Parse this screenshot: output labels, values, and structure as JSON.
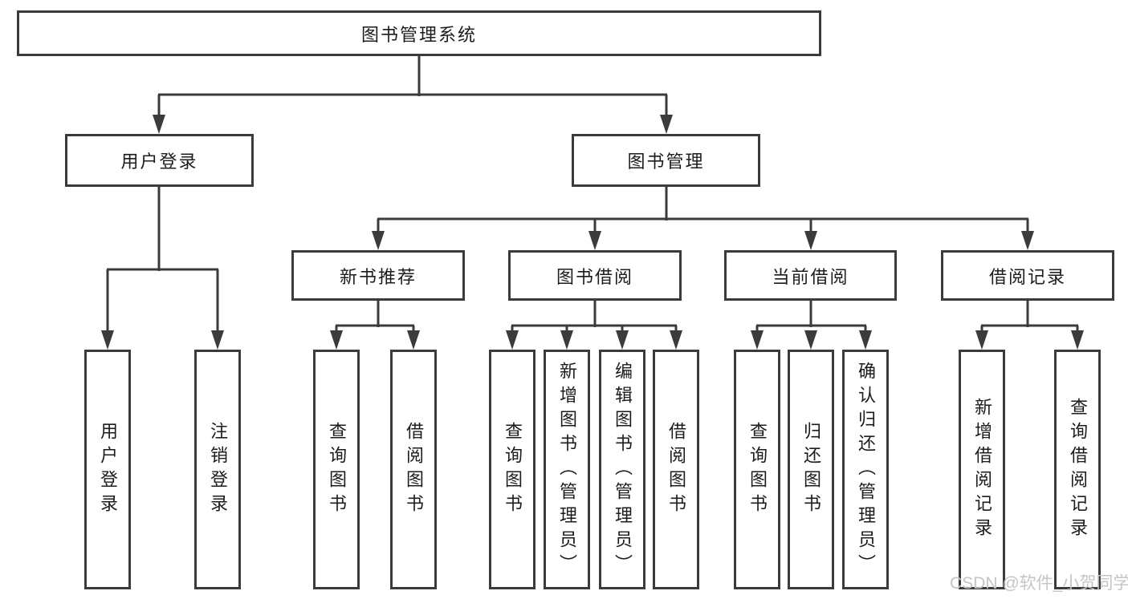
{
  "diagram": {
    "title": "图书管理系统",
    "level2": {
      "user_login": "用户登录",
      "book_mgmt": "图书管理"
    },
    "level3": {
      "new_books": "新书推荐",
      "book_borrow": "图书借阅",
      "current_borrow": "当前借阅",
      "borrow_records": "借阅记录"
    },
    "leaves": {
      "user_login": [
        "用户登录",
        "注销登录"
      ],
      "new_books": [
        "查询图书",
        "借阅图书"
      ],
      "book_borrow": [
        "查询图书",
        "新增图书（管理员）",
        "编辑图书（管理员）",
        "借阅图书"
      ],
      "current_borrow": [
        "查询图书",
        "归还图书",
        "确认归还（管理员）"
      ],
      "borrow_records": [
        "新增借阅记录",
        "查询借阅记录"
      ]
    }
  },
  "watermark": "CSDN @软件_小贺同学",
  "colors": {
    "line": "#3b3b3b",
    "text": "#1c1c1c",
    "watermark": "#c5c5c5",
    "background": "#ffffff"
  }
}
